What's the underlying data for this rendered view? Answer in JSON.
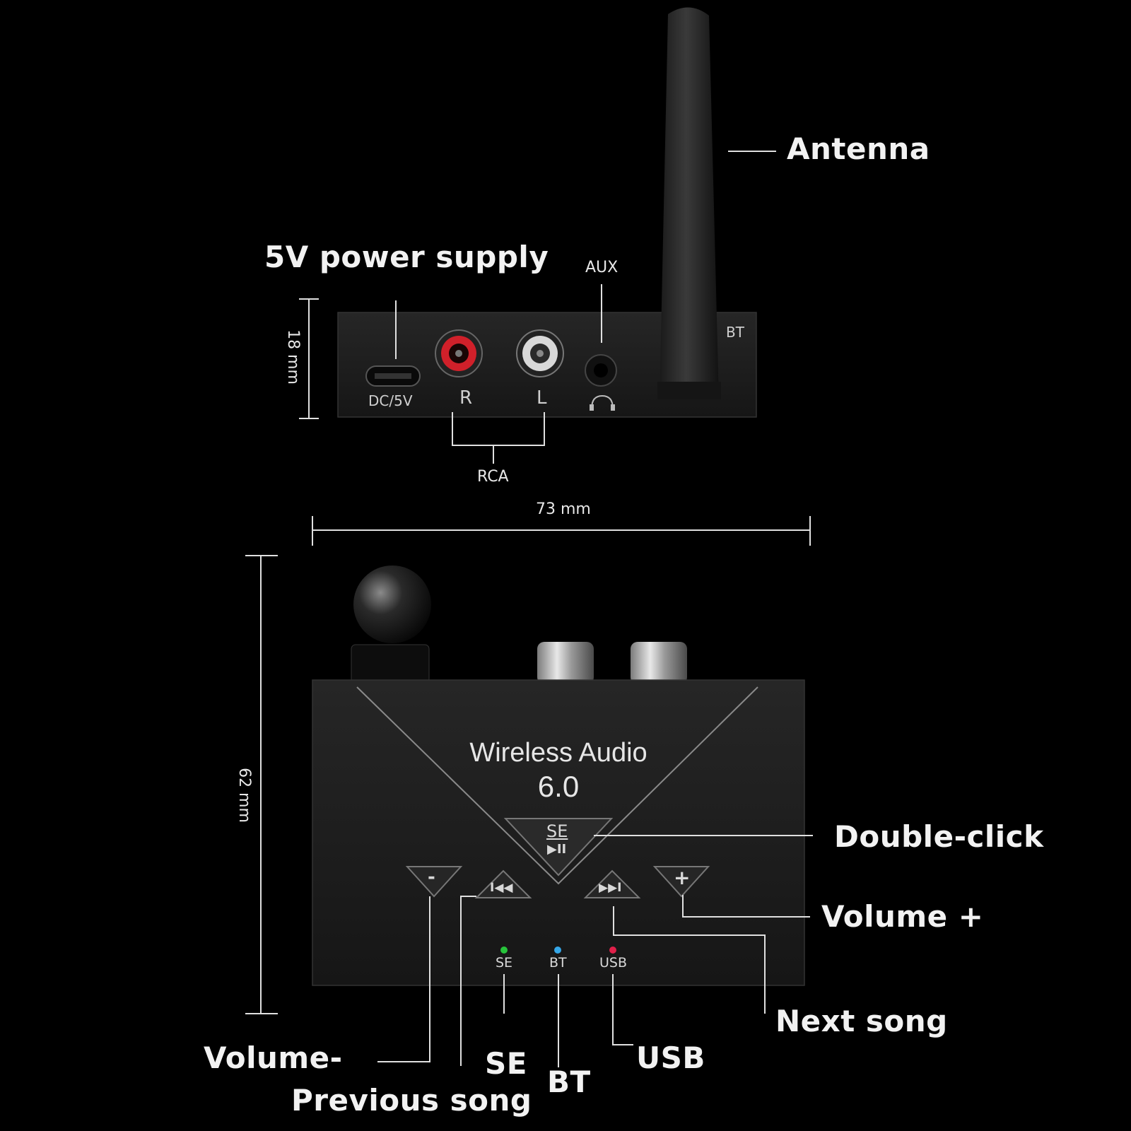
{
  "callouts": {
    "antenna": "Antenna",
    "power_supply": "5V power supply",
    "double_click": "Double-click",
    "volume_plus": "Volume +",
    "next_song": "Next song",
    "usb": "USB",
    "bt": "BT",
    "se": "SE",
    "previous_song": "Previous song",
    "volume_minus": "Volume-"
  },
  "rear_panel": {
    "aux_label": "AUX",
    "bt_label": "BT",
    "port_dc": "DC/5V",
    "port_r": "R",
    "port_l": "L",
    "rca_label": "RCA",
    "height_dimension": "18 mm"
  },
  "top_panel": {
    "width_dimension": "73 mm",
    "depth_dimension": "62 mm",
    "title": "Wireless Audio",
    "version": "6.0",
    "se_button_text": "SE",
    "play_pause_glyph": "▶II",
    "minus_glyph": "-",
    "plus_glyph": "+",
    "prev_glyph": "I◀◀",
    "next_glyph": "▶▶I",
    "led_se": "SE",
    "led_bt": "BT",
    "led_usb": "USB"
  },
  "colors": {
    "background": "#000000",
    "device_body": "#1c1c1c",
    "rca_red": "#d0202a",
    "rca_white": "#d8d8d8",
    "led_green": "#27c43b",
    "led_blue": "#35a7e8",
    "led_red": "#e0204a"
  }
}
